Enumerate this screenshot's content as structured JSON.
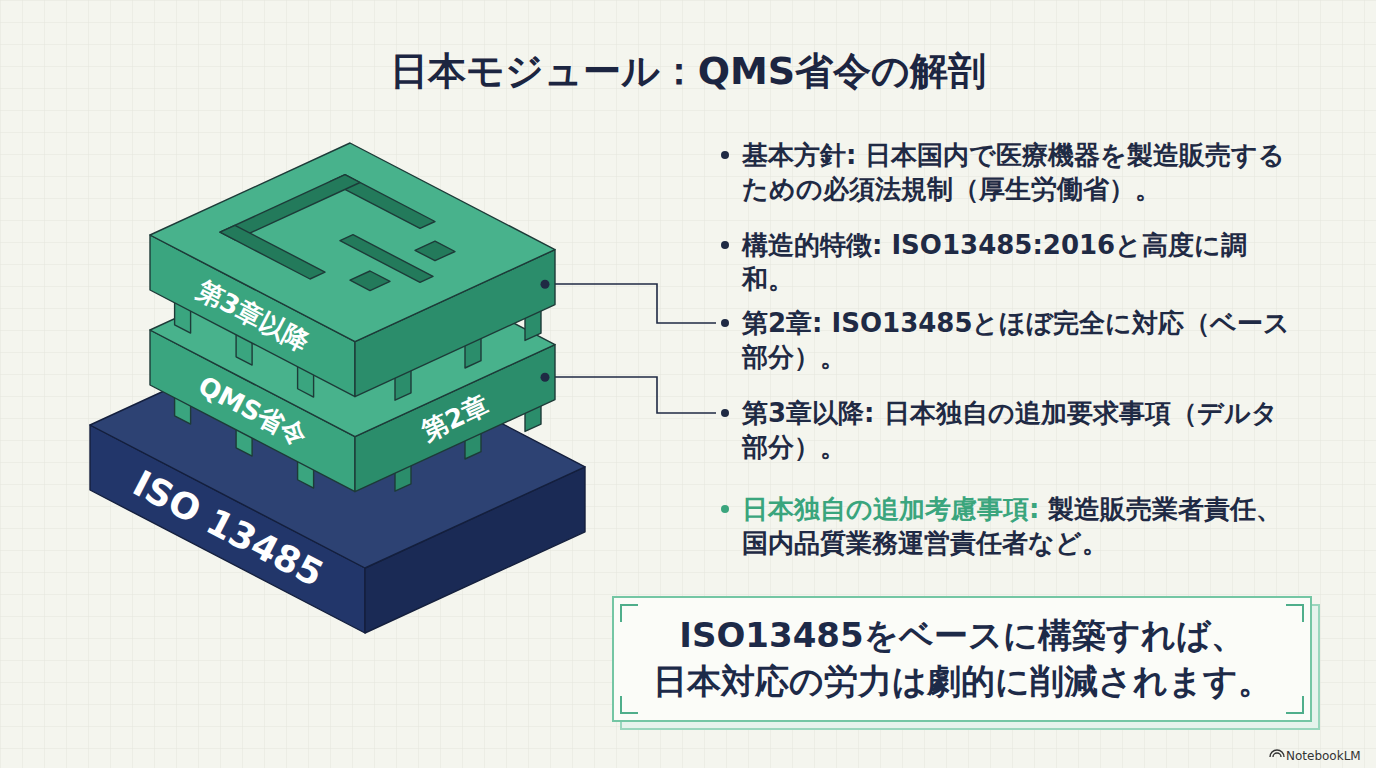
{
  "diagram": {
    "title": "日本モジュール：QMS省令の解剖",
    "nodes": [
      {
        "text": [
          "第3章以降"
        ]
      },
      {
        "text": [
          "QMS省令",
          "第2章"
        ]
      },
      {
        "text": [
          "ISO 13485"
        ]
      },
      {
        "text": [
          "ISO13485をベースに構築すれば、 日本対応の労力は劇的に削減されます。"
        ]
      }
    ],
    "labels": [
      "基本方針: 日本国内で医療機器を製造販売するための必須法規制（厚生労働省）。",
      "構造的特徴: ISO13485:2016と高度に調和。",
      "第2章: ISO13485とほぼ完全に対応（ベース部分）。",
      "第3章以降: 日本独自の追加要求事項（デルタ部分）。",
      "日本独自の追加考慮事項:",
      "製造販売業者責任、国内品質業務運営責任者など。",
      "NotebookLM"
    ]
  }
}
